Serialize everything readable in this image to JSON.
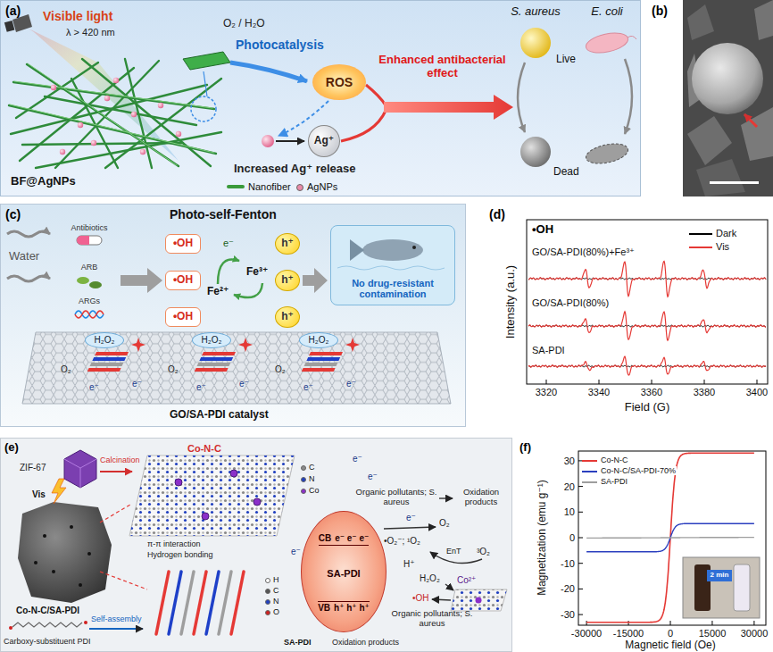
{
  "diagram": {
    "nodes": [
      {
        "text": [
          "ROS"
        ]
      },
      {
        "text": [
          "Ag⁺"
        ]
      },
      {
        "text": [
          "•OH"
        ]
      },
      {
        "text": [
          "•OH"
        ]
      },
      {
        "text": [
          "•OH"
        ]
      },
      {
        "text": [
          "h⁺"
        ]
      },
      {
        "text": [
          "h⁺"
        ]
      },
      {
        "text": [
          "h⁺"
        ]
      },
      {
        "text": [
          "No drug-resistant contamination"
        ]
      },
      {
        "text": [
          "H₂O₂"
        ]
      },
      {
        "text": [
          "H₂O₂"
        ]
      },
      {
        "text": [
          "H₂O₂"
        ]
      },
      {
        "text": [
          "CB",
          "e⁻ e⁻ e⁻",
          "SA-PDI",
          "VB",
          "h⁺ h⁺ h⁺"
        ]
      }
    ],
    "labels": [
      "(a)",
      "Visible light",
      "λ > 420 nm",
      "O₂ / H₂O",
      "Photocatalysis",
      "Increased Ag⁺ release",
      "Enhanced antibacterial effect",
      "S. aureus",
      "E. coli",
      "Live",
      "Dead",
      "BF@AgNPs",
      "(b)",
      "(c)",
      "Photo-self-Fenton",
      "Water",
      "Antibiotics",
      "ARB",
      "ARGs",
      "e⁻",
      "Fe³⁺",
      "Fe²⁺",
      "O₂",
      "O₂",
      "O₂",
      "e⁻",
      "e⁻",
      "e⁻",
      "e⁻",
      "e⁻",
      "e⁻",
      "GO/SA-PDI catalyst",
      "(d)",
      "•OH",
      "GO/SA-PDI(80%)+Fe³⁺",
      "GO/SA-PDI(80%)",
      "SA-PDI",
      "Intensity (a.u.)",
      "Field (G)",
      "3320",
      "3340",
      "3360",
      "3380",
      "3400",
      "(e)",
      "ZIF-67",
      "Calcination",
      "Co-N-C",
      "Vis",
      "Co-N-C/SA-PDI",
      "π-π interaction",
      "Hydrogen bonding",
      "Carboxy-substituent PDI",
      "Self-assembly",
      "SA-PDI",
      "e⁻",
      "e⁻",
      "e⁻",
      "e⁻",
      "Organic pollutants; S. aureus",
      "Oxidation products",
      "•O₂⁻; ¹O₂",
      "EnT",
      "³O₂",
      "O₂",
      "H⁺",
      "H₂O₂",
      "Co²⁺",
      "•OH",
      "Organic pollutants; S. aureus",
      "Oxidation products",
      "(f)",
      "Magnetization (emu g⁻¹)",
      "Magnetic field (Oe)",
      "30",
      "20",
      "10",
      "0",
      "-10",
      "-20",
      "-30",
      "-30000",
      "-15000",
      "0",
      "15000",
      "30000",
      "2 min"
    ],
    "legend": [
      {
        "text": "Nanofiber",
        "color": "#3a9a3a"
      },
      {
        "text": "AgNPs",
        "color": "#e98aa8"
      },
      {
        "text": "Dark"
      },
      {
        "text": "Vis"
      },
      {
        "text": "C",
        "color": "#8a8a8a"
      },
      {
        "text": "N",
        "color": "#2040c0"
      },
      {
        "text": "Co",
        "color": "#8b2fc9"
      },
      {
        "text": "H",
        "color": "#ffffff"
      },
      {
        "text": "C",
        "color": "#555555"
      },
      {
        "text": "N",
        "color": "#2040c0"
      },
      {
        "text": "O",
        "color": "#d02020"
      },
      {
        "text": "Co-N-C"
      },
      {
        "text": "Co-N-C/SA-PDI-70%"
      },
      {
        "text": "SA-PDI"
      }
    ]
  }
}
